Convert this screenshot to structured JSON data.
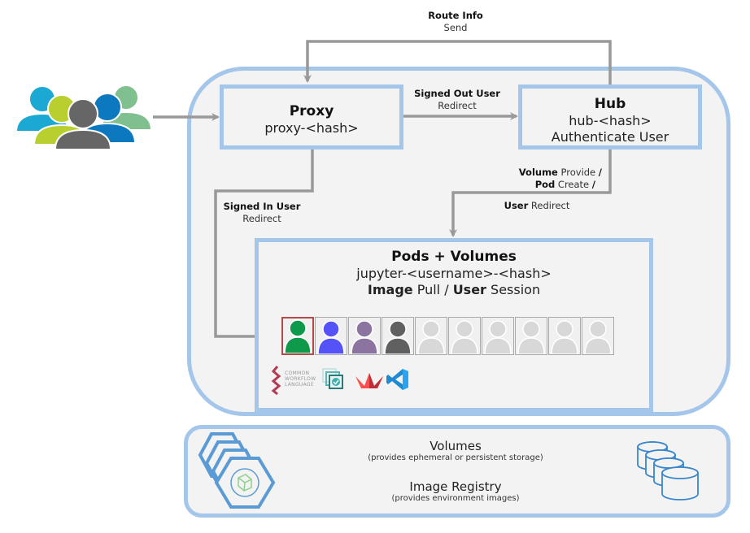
{
  "diagram": {
    "users_group": {
      "icon": "user-group-icon",
      "colors": [
        "#1ba8d3",
        "#b8cf2d",
        "#666666",
        "#0b78c0",
        "#7fc08e"
      ]
    },
    "proxy": {
      "title": "Proxy",
      "name": "proxy-<hash>"
    },
    "hub": {
      "title": "Hub",
      "name": "hub-<hash>",
      "role": "Authenticate User"
    },
    "pods": {
      "title": "Pods + Volumes",
      "name": "jupyter-<username>-<hash>",
      "desc_bold1": "Image",
      "desc_text1": " Pull / ",
      "desc_bold2": "User",
      "desc_text2": " Session",
      "user_slots": [
        {
          "color": "#0e9a4a",
          "active": true
        },
        {
          "color": "#5552f8",
          "active": false
        },
        {
          "color": "#8c74a0",
          "active": false
        },
        {
          "color": "#606060",
          "active": false
        },
        {
          "color": "#d8d8d8",
          "active": false
        },
        {
          "color": "#d8d8d8",
          "active": false
        },
        {
          "color": "#d8d8d8",
          "active": false
        },
        {
          "color": "#d8d8d8",
          "active": false
        },
        {
          "color": "#d8d8d8",
          "active": false
        },
        {
          "color": "#d8d8d8",
          "active": false
        }
      ],
      "logos": {
        "cwl_lines": [
          "COMMON",
          "WORKFLOW",
          "LANGUAGE"
        ],
        "cwl_icon": "common-workflow-language-logo",
        "second_icon": "container-stack-icon",
        "third_icon": "streamlit-crown-icon",
        "fourth_icon": "vscode-icon"
      }
    },
    "edges": {
      "route_info": {
        "bold": "Route Info",
        "text": "Send"
      },
      "signed_out": {
        "bold": "Signed Out User",
        "text": "Redirect"
      },
      "signed_in": {
        "bold": "Signed In User",
        "text": "Redirect"
      },
      "hub_to_pods": {
        "line1_bold": "Volume",
        "line1_text": " Provide ",
        "line1_tail": "/",
        "line2_bold": "Pod",
        "line2_text": " Create ",
        "line2_tail": "/",
        "line3_bold": "User",
        "line3_text": " Redirect"
      }
    },
    "storage": {
      "volumes_title": "Volumes",
      "volumes_desc": "(provides ephemeral or persistent storage)",
      "registry_title": "Image Registry",
      "registry_desc": "(provides environment images)",
      "left_icon": "persistent-volume-stack-icon",
      "right_icon": "database-stack-icon"
    },
    "colors": {
      "border": "#a4c6ea",
      "arrow": "#999999",
      "panel": "#f3f3f3"
    }
  }
}
